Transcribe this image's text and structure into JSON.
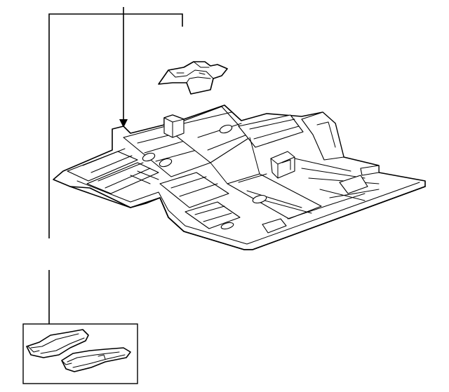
{
  "diagram": {
    "parts": [
      {
        "id": "floor-pan",
        "label": ""
      },
      {
        "id": "bracket",
        "label": ""
      },
      {
        "id": "floor-extension-set",
        "label": ""
      }
    ],
    "colors": {
      "line": "#000000",
      "background": "#ffffff"
    }
  }
}
